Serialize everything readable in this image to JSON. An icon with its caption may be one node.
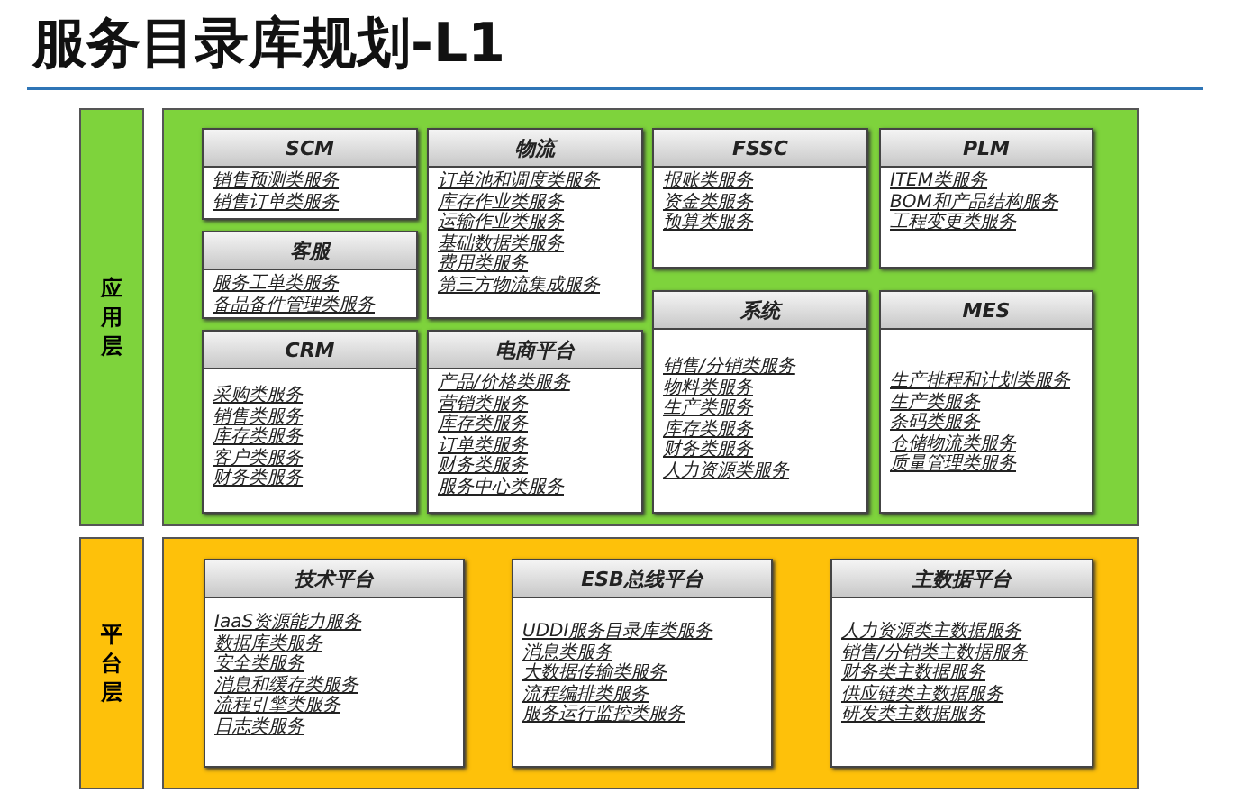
{
  "diagram": {
    "title": "服务目录库规划-L1",
    "nodes": [
      {
        "text": [
          "应用层"
        ]
      },
      {
        "text": [],
        "shape": "box"
      },
      {
        "text": [
          "SCM",
          "销售预测类服务",
          "销售订单类服务"
        ],
        "in": 1
      },
      {
        "text": [
          "物流",
          "订单池和调度类服务",
          "库存作业类服务",
          "运输作业类服务",
          "基础数据类服务",
          "费用类服务",
          "第三方物流集成服务"
        ],
        "in": 1
      },
      {
        "text": [
          "FSSC",
          "报账类服务",
          "资金类服务",
          "预算类服务"
        ],
        "in": 1
      },
      {
        "text": [
          "PLM",
          "ITEM类服务",
          "BOM和产品结构服务",
          "工程变更类服务"
        ],
        "in": 1
      },
      {
        "text": [
          "客服",
          "服务工单类服务",
          "备品备件管理类服务"
        ],
        "in": 1
      },
      {
        "text": [
          "系统",
          "销售/分销类服务",
          "物料类服务",
          "生产类服务",
          "库存类服务",
          "财务类服务",
          "人力资源类服务"
        ],
        "in": 1
      },
      {
        "text": [
          "MES",
          "生产排程和计划类服务",
          "生产类服务",
          "条码类服务",
          "仓储物流类服务",
          "质量管理类服务"
        ],
        "in": 1
      },
      {
        "text": [
          "CRM",
          "采购类服务",
          "销售类服务",
          "库存类服务",
          "客户类服务",
          "财务类服务"
        ],
        "in": 1
      },
      {
        "text": [
          "电商平台",
          "产品/价格类服务",
          "营销类服务",
          "库存类服务",
          "订单类服务",
          "财务类服务",
          "服务中心类服务"
        ],
        "in": 1
      },
      {
        "text": [
          "平台层"
        ]
      },
      {
        "text": [],
        "shape": "box"
      },
      {
        "text": [
          "技术平台",
          "IaaS资源能力服务",
          "数据库类服务",
          "安全类服务",
          "消息和缓存类服务",
          "流程引擎类服务",
          "日志类服务"
        ],
        "in": 12
      },
      {
        "text": [
          "ESB总线平台",
          "UDDI服务目录库类服务",
          "消息类服务",
          "大数据传输类服务",
          "流程编排类服务",
          "服务运行监控类服务"
        ],
        "in": 12
      },
      {
        "text": [
          "主数据平台",
          "人力资源类主数据服务",
          "销售/分销类主数据服务",
          "财务类主数据服务",
          "供应链类主数据服务",
          "研发类主数据服务"
        ],
        "in": 12
      }
    ]
  }
}
